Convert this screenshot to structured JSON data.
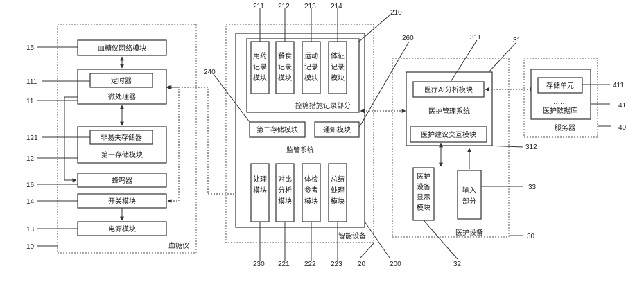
{
  "glucose_meter": {
    "caption": "血糖仪",
    "network_module": "血糖仪网络模块",
    "timer": "定时器",
    "processor": "微处理器",
    "nvm": "非易失存储器",
    "storage1": "第一存储模块",
    "buzzer": "蜂鸣器",
    "switch": "开关模块",
    "power": "电源模块"
  },
  "smart_device": {
    "caption": "智能设备",
    "records_part": "控糖措施记录部分",
    "records": [
      "用药记录模块",
      "餐食记录模块",
      "运动记录模块",
      "体征记录模块"
    ],
    "storage2": "第二存储模块",
    "notify": "通知模块",
    "monitor": "监管系统",
    "modules": [
      "处理模块",
      "对比分析模块",
      "体检参考模块",
      "总结处理模块"
    ]
  },
  "care_device": {
    "caption": "医护设备",
    "mgmt": "医护管理系统",
    "ai": "医疗AI分析模块",
    "consult": "医护建议交互模块",
    "display": "医护设备显示模块",
    "input": "输入部分"
  },
  "server": {
    "caption": "服务器",
    "storage_unit": "存储单元",
    "dots": "……",
    "db": "医护数据库"
  },
  "refs": {
    "r15": "15",
    "r111": "111",
    "r11": "11",
    "r121": "121",
    "r12": "12",
    "r16": "16",
    "r14": "14",
    "r13": "13",
    "r10": "10",
    "r211": "211",
    "r212": "212",
    "r213": "213",
    "r214": "214",
    "r210": "210",
    "r240": "240",
    "r260": "260",
    "r230": "230",
    "r221": "221",
    "r222": "222",
    "r223": "223",
    "r20": "20",
    "r200": "200",
    "r311": "311",
    "r31": "31",
    "r312": "312",
    "r33": "33",
    "r32": "32",
    "r30": "30",
    "r411": "411",
    "r41": "41",
    "r40": "40"
  }
}
